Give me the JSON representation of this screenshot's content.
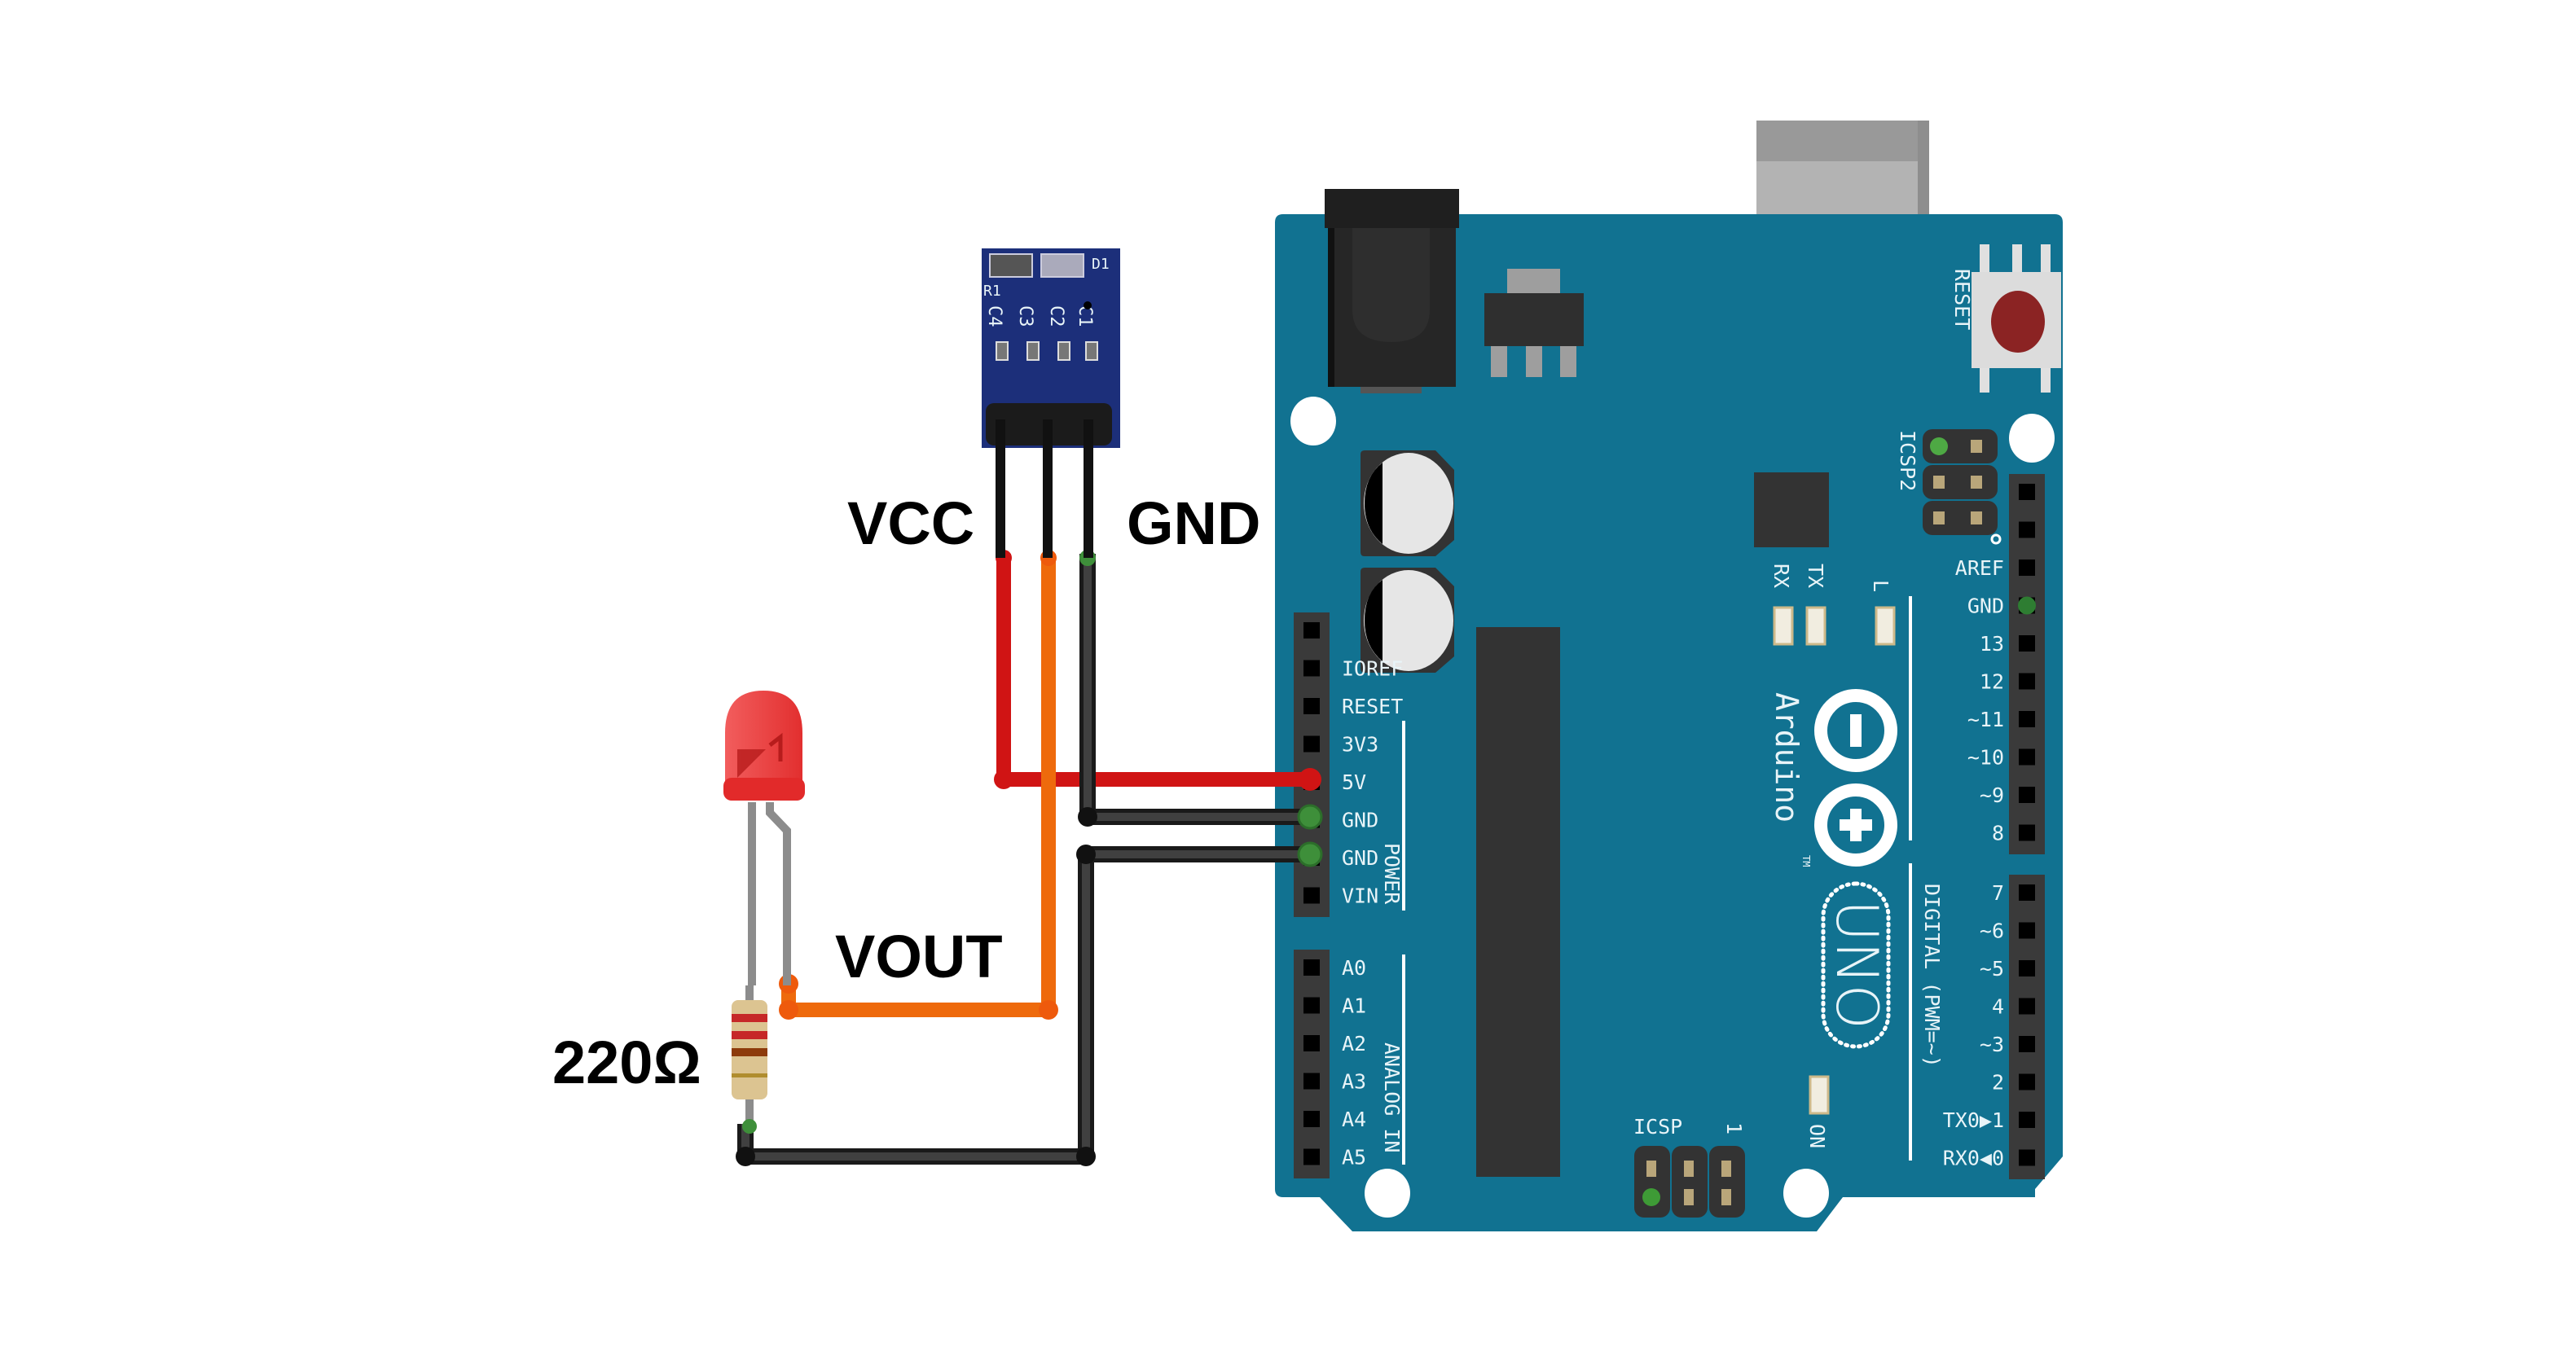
{
  "diagram": {
    "title_labels": {
      "vcc": "VCC",
      "gnd": "GND",
      "vout": "VOUT",
      "resistor_value": "220Ω"
    },
    "sensor_module": {
      "silkscreen": [
        "R1",
        "C4",
        "C3",
        "C2",
        "C1",
        "D1"
      ],
      "pins": [
        "VCC",
        "VOUT",
        "GND"
      ],
      "board_color": "#1c2f7a"
    },
    "led": {
      "color": "#e53935"
    },
    "resistor": {
      "value": "220Ω",
      "bands": [
        "#c62828",
        "#c62828",
        "#8d3b0b",
        "#b08d2e"
      ]
    },
    "arduino": {
      "board_color": "#117291",
      "brand": "Arduino",
      "trademark": "TM",
      "model": "UNO",
      "reset_label": "RESET",
      "icsp2_label": "ICSP2",
      "icsp_label": "ICSP",
      "icsp_pin1": "1",
      "on_label": "ON",
      "tx_label": "TX",
      "rx_label": "RX",
      "l_label": "L",
      "power_header_title": "POWER",
      "analog_header_title": "ANALOG IN",
      "digital_header_title": "DIGITAL (PWM=~)",
      "power_pins": [
        "",
        "IOREF",
        "RESET",
        "3V3",
        "5V",
        "GND",
        "GND",
        "VIN"
      ],
      "analog_pins": [
        "A0",
        "A1",
        "A2",
        "A3",
        "A4",
        "A5"
      ],
      "digital_top_pins": [
        "",
        "",
        "AREF",
        "GND",
        "13",
        "12",
        "~11",
        "~10",
        "~9",
        "8"
      ],
      "digital_bottom_pins": [
        "7",
        "~6",
        "~5",
        "4",
        "~3",
        "2",
        "TX0▶1",
        "RX0◀0"
      ]
    },
    "wires": [
      {
        "name": "vcc-to-5v",
        "color": "#d01414",
        "from": "sensor VCC",
        "to": "5V"
      },
      {
        "name": "sensor-gnd-to-gnd",
        "color": "#222222",
        "from": "sensor GND",
        "to": "GND"
      },
      {
        "name": "vout-to-led",
        "color": "#ee6a0c",
        "from": "sensor VOUT",
        "to": "LED anode"
      },
      {
        "name": "resistor-to-gnd",
        "color": "#222222",
        "from": "resistor",
        "to": "GND"
      }
    ]
  }
}
